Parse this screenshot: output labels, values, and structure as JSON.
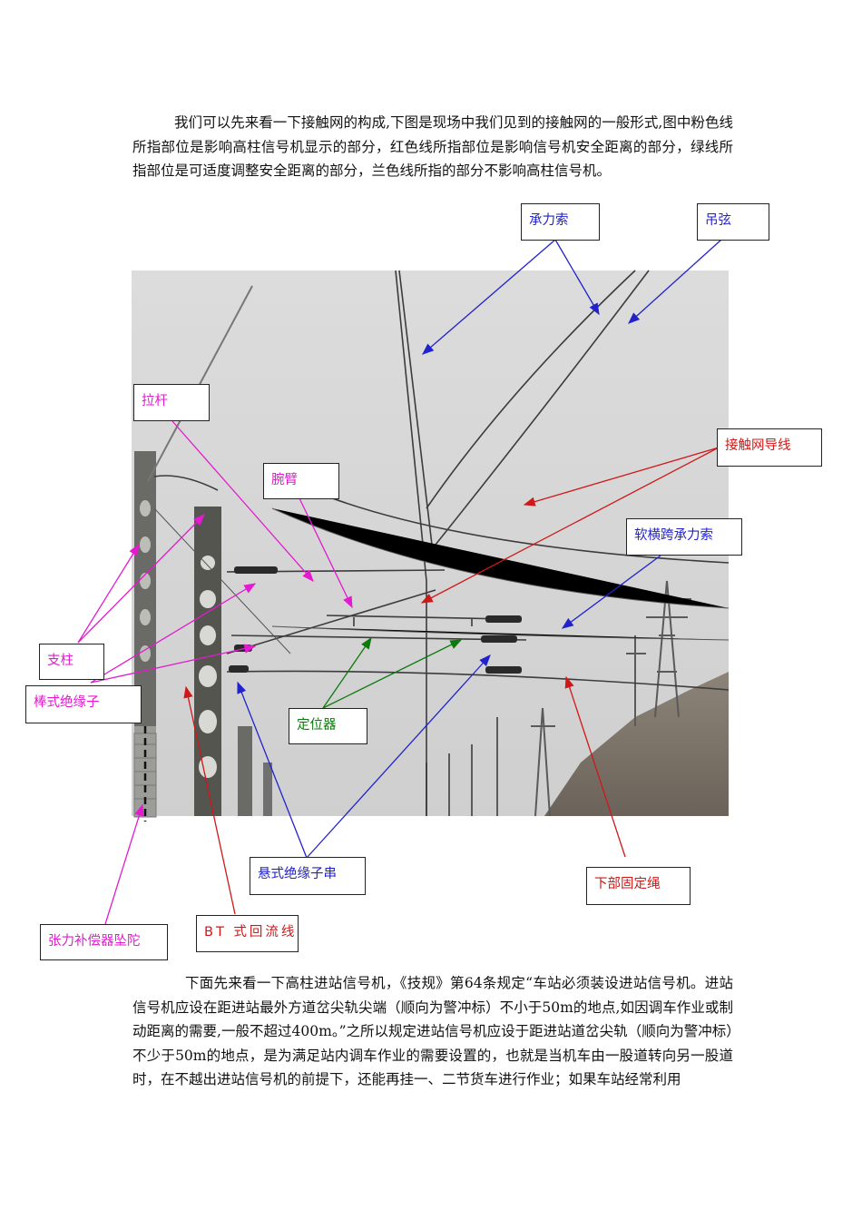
{
  "paragraphs": {
    "intro": "我们可以先来看一下接触网的构成,下图是现场中我们见到的接触网的一般形式,图中粉色线所指部位是影响高柱信号机显示的部分，红色线所指部位是影响信号机安全距离的部分，绿线所指部位是可适度调整安全距离的部分，兰色线所指的部分不影响高柱信号机。",
    "body": "下面先来看一下高柱进站信号机，《技规》第64条规定“车站必须装设进站信号机。进站信号机应设在距进站最外方道岔尖轨尖端（顺向为警冲标）不小于50m的地点,如因调车作业或制动距离的需要,一般不超过400m。”之所以规定进站信号机应设于距进站道岔尖轨（顺向为警冲标）不少于50m的地点，是为满足站内调车作业的需要设置的，也就是当机车由一股道转向另一股道时，在不越出进站信号机的前提下，还能再挂一、二节货车进行作业；如果车站经常利用"
  },
  "labels": {
    "chenglisuo": "承力索",
    "diaoxian": "吊弦",
    "lagan": "拉杆",
    "jiechuwang_daoxian": "接触网导线",
    "wanbi": "腕臂",
    "ruanhengkua": "软横跨承力索",
    "zhizhu": "支柱",
    "bangshi": "棒式绝缘子",
    "dingweiqi": "定位器",
    "xuanshi": "悬式绝缘子串",
    "xiabu": "下部固定绳",
    "zhangli": "张力补偿器坠陀",
    "bt": "BT 式回流线"
  },
  "colors": {
    "pink": "#e31ad0",
    "red": "#d01818",
    "green": "#0d7a0d",
    "blue": "#2222cc"
  }
}
